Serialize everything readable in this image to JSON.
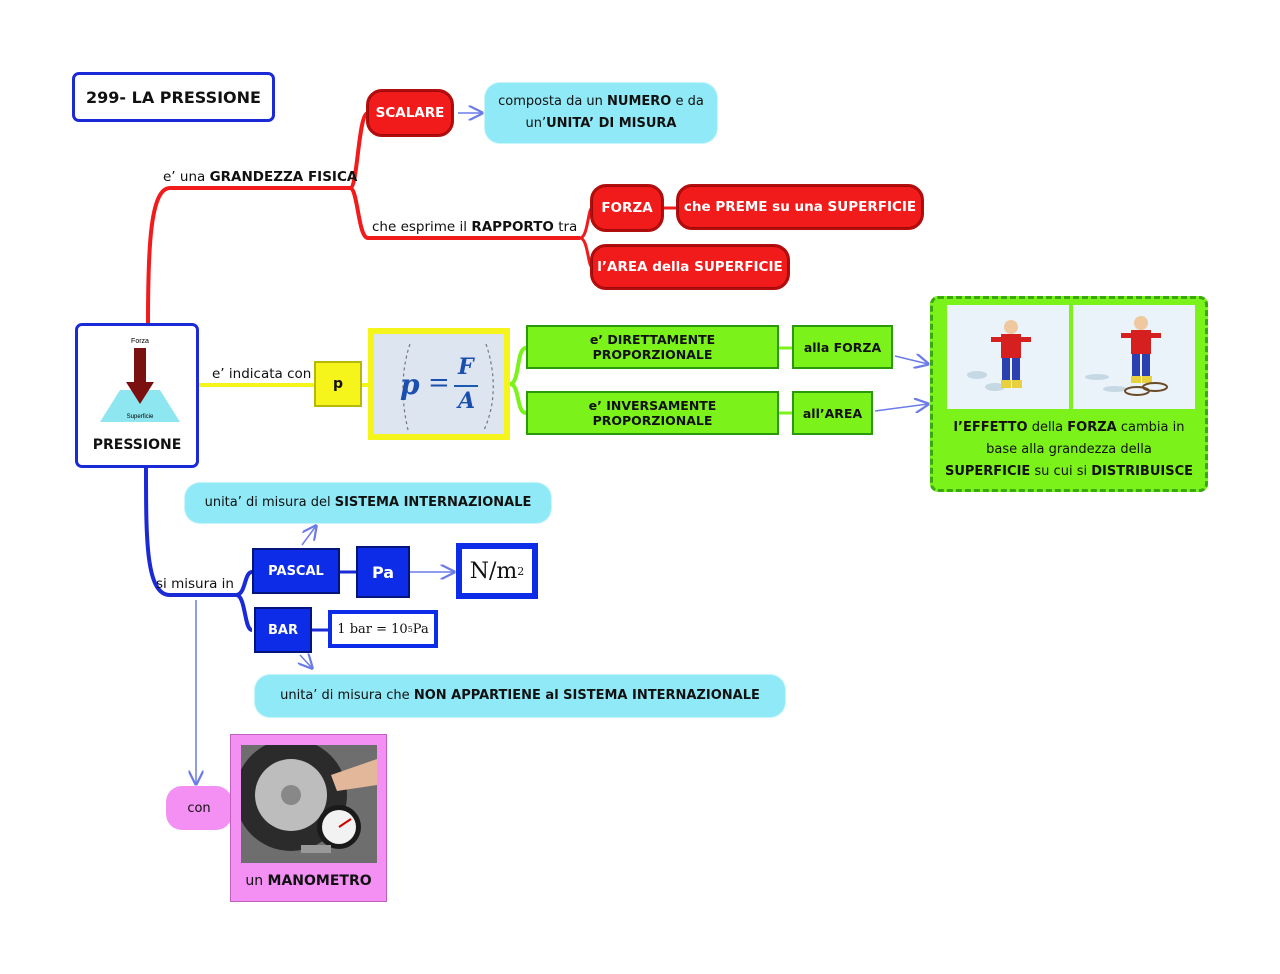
{
  "title": "299- LA PRESSIONE",
  "center": {
    "label": "PRESSIONE",
    "icon_top_label": "Forza",
    "icon_bottom_label": "Superficie"
  },
  "branch_grandezza": {
    "edge_prefix": "e’ una ",
    "edge_bold": "GRANDEZZA FISICA",
    "scalare": "SCALARE",
    "scalare_desc_1a": "composta da un ",
    "scalare_desc_1b": "NUMERO",
    "scalare_desc_1c": " e da",
    "scalare_desc_2a": "un’",
    "scalare_desc_2b": "UNITA’ DI MISURA",
    "rapporto_prefix": "che esprime il ",
    "rapporto_bold": "RAPPORTO",
    "rapporto_suffix": " tra",
    "forza": "FORZA",
    "forza_desc": "che PREME su una SUPERFICIE",
    "area": "l’AREA della SUPERFICIE"
  },
  "branch_indicata": {
    "edge": "e’ indicata con",
    "symbol": "p",
    "formula_lhs": "p",
    "formula_eq": "=",
    "formula_num": "F",
    "formula_den": "A",
    "direct": "e’ DIRETTAMENTE PROPORZIONALE",
    "direct_to": "alla FORZA",
    "inverse": "e’ INVERSAMENTE PROPORZIONALE",
    "inverse_to": "all’AREA",
    "effect_1a": "l’EFFETTO",
    "effect_1b": " della ",
    "effect_1c": "FORZA",
    "effect_1d": " cambia in",
    "effect_2": "base alla grandezza della",
    "effect_3a": "SUPERFICIE",
    "effect_3b": " su cui si ",
    "effect_3c": "DISTRIBUISCE"
  },
  "branch_misura": {
    "edge": "si misura in",
    "si_note_a": "unita’ di misura del ",
    "si_note_b": "SISTEMA INTERNAZIONALE",
    "pascal": "PASCAL",
    "pa": "Pa",
    "nm2": "N/m",
    "nm2_exp": "2",
    "bar": "BAR",
    "bar_eq": "1 bar = 10",
    "bar_exp": "5",
    "bar_unit": " Pa",
    "non_si_a": "unita’ di misura che ",
    "non_si_b": "NON APPARTIENE al  SISTEMA INTERNAZIONALE"
  },
  "branch_con": {
    "con": "con",
    "strumento_a": "un ",
    "strumento_b": "MANOMETRO"
  },
  "colors": {
    "red_branch": "#f21b1b",
    "yellow_branch": "#f5f51b",
    "blue_branch": "#1a2ad6",
    "green_branch": "#7cf21b",
    "cloud": "#8fe9f6",
    "pink": "#f490f4"
  }
}
